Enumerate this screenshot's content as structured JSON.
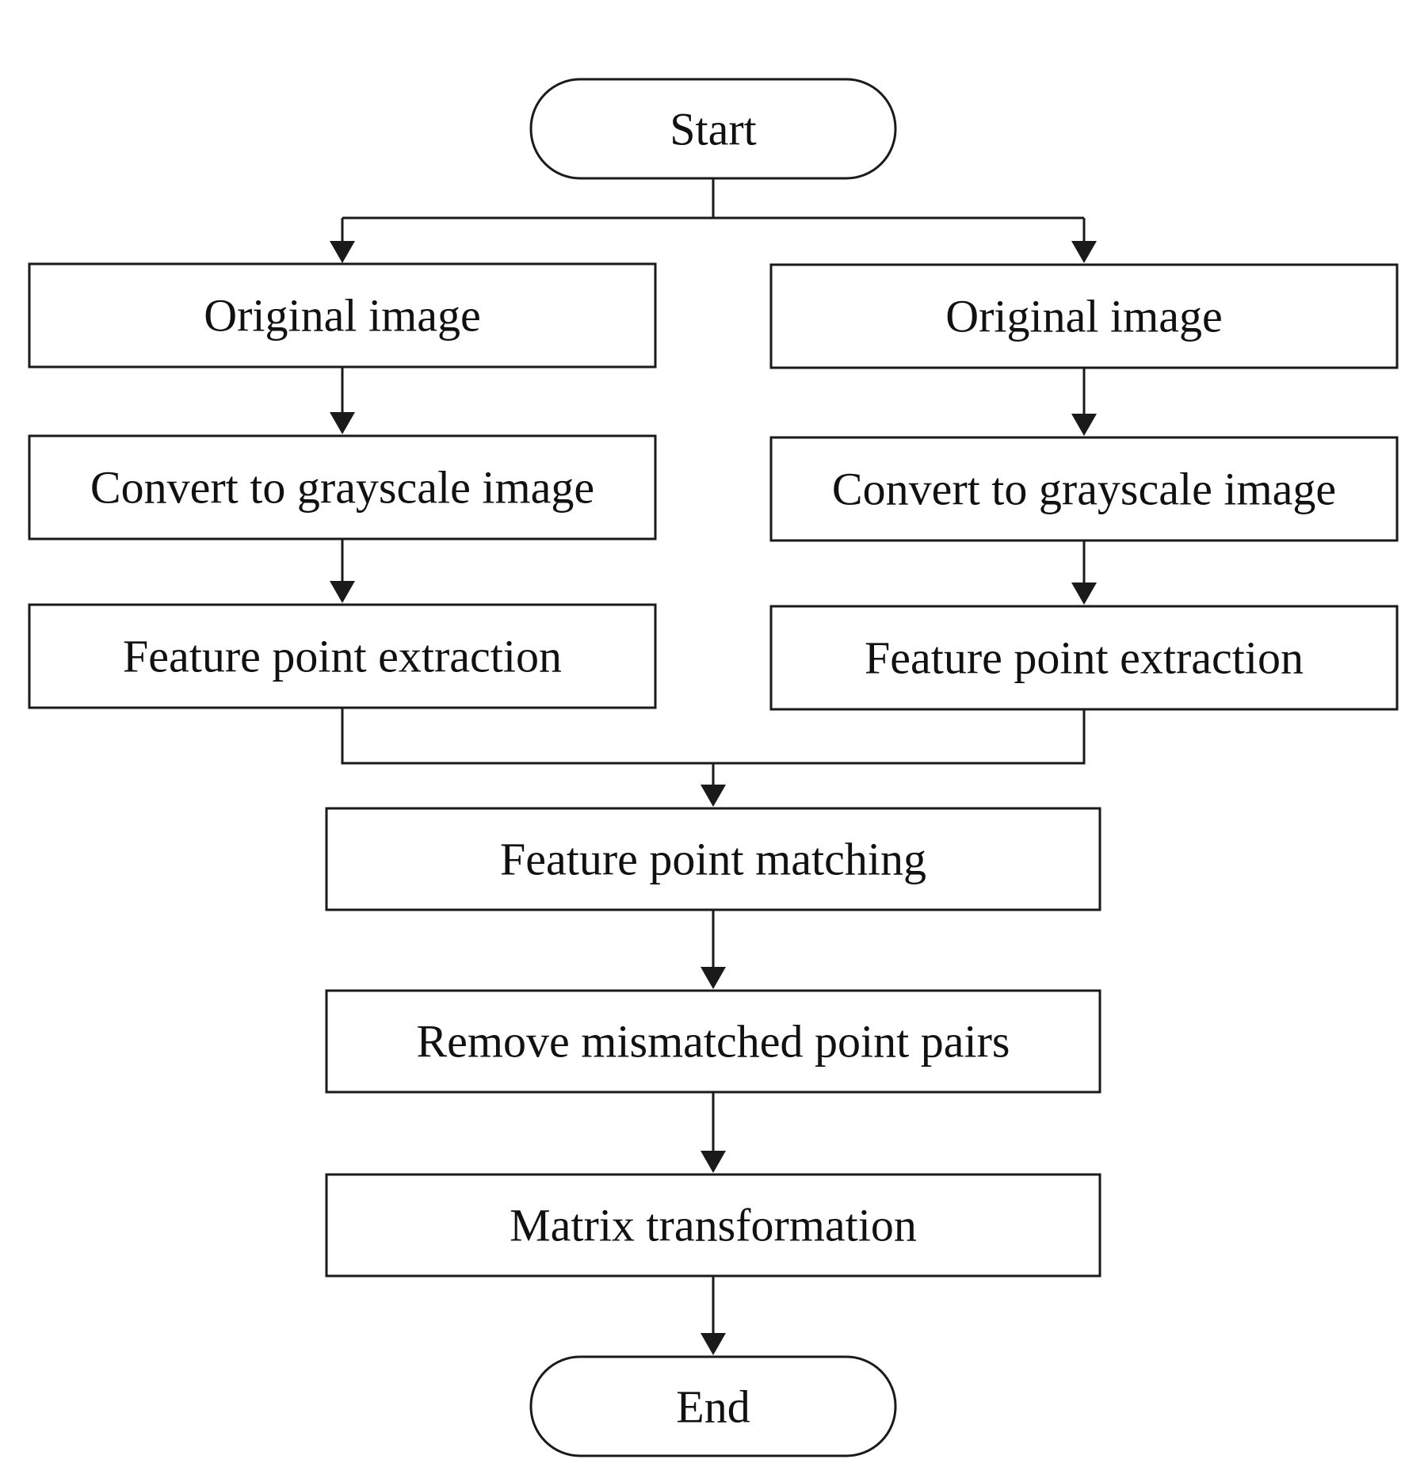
{
  "diagram": {
    "type": "flowchart",
    "nodes": {
      "start": {
        "shape": "terminal",
        "label": "Start"
      },
      "left_original": {
        "shape": "process",
        "label": "Original image"
      },
      "right_original": {
        "shape": "process",
        "label": "Original image"
      },
      "left_grayscale": {
        "shape": "process",
        "label": "Convert to grayscale image"
      },
      "right_grayscale": {
        "shape": "process",
        "label": "Convert to grayscale image"
      },
      "left_extraction": {
        "shape": "process",
        "label": "Feature point extraction"
      },
      "right_extraction": {
        "shape": "process",
        "label": "Feature point extraction"
      },
      "matching": {
        "shape": "process",
        "label": "Feature point matching"
      },
      "remove_mismatch": {
        "shape": "process",
        "label": "Remove mismatched point pairs"
      },
      "matrix": {
        "shape": "process",
        "label": "Matrix transformation"
      },
      "end": {
        "shape": "terminal",
        "label": "End"
      }
    },
    "edges": [
      {
        "from": "start",
        "to": "left_original"
      },
      {
        "from": "start",
        "to": "right_original"
      },
      {
        "from": "left_original",
        "to": "left_grayscale"
      },
      {
        "from": "right_original",
        "to": "right_grayscale"
      },
      {
        "from": "left_grayscale",
        "to": "left_extraction"
      },
      {
        "from": "right_grayscale",
        "to": "right_extraction"
      },
      {
        "from": "left_extraction",
        "to": "matching"
      },
      {
        "from": "right_extraction",
        "to": "matching"
      },
      {
        "from": "matching",
        "to": "remove_mismatch"
      },
      {
        "from": "remove_mismatch",
        "to": "matrix"
      },
      {
        "from": "matrix",
        "to": "end"
      }
    ]
  }
}
